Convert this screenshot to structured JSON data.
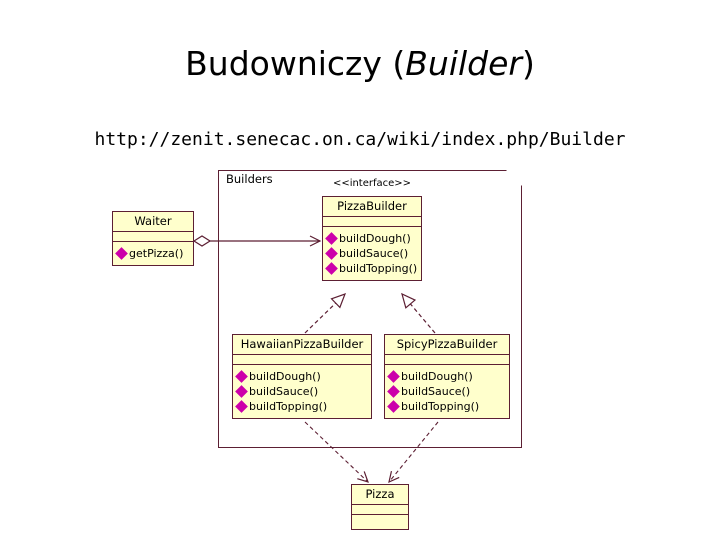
{
  "slide": {
    "title_main": "Budowniczy (",
    "title_italic": "Builder",
    "title_close": ")",
    "url": "http://zenit.senecac.on.ca/wiki/index.php/Builder"
  },
  "diagram": {
    "type": "uml-class-diagram",
    "package": {
      "label": "Builders"
    },
    "colors": {
      "class_fill": "#ffffcc",
      "class_border": "#5c1f33",
      "bullet": "#cc00aa",
      "text": "#000000",
      "background": "#ffffff"
    },
    "classes": [
      {
        "id": "waiter",
        "name": "Waiter",
        "stereotype": "",
        "attributes": [],
        "operations": [
          "getPizza()"
        ]
      },
      {
        "id": "pizzabuilder",
        "name": "PizzaBuilder",
        "stereotype": "<<interface>>",
        "attributes": [],
        "operations": [
          "buildDough()",
          "buildSauce()",
          "buildTopping()"
        ]
      },
      {
        "id": "hawaiian",
        "name": "HawaiianPizzaBuilder",
        "stereotype": "",
        "attributes": [],
        "operations": [
          "buildDough()",
          "buildSauce()",
          "buildTopping()"
        ]
      },
      {
        "id": "spicy",
        "name": "SpicyPizzaBuilder",
        "stereotype": "",
        "attributes": [],
        "operations": [
          "buildDough()",
          "buildSauce()",
          "buildTopping()"
        ]
      },
      {
        "id": "pizza",
        "name": "Pizza",
        "stereotype": "",
        "attributes": [],
        "operations": []
      }
    ],
    "relations": [
      {
        "from": "waiter",
        "to": "pizzabuilder",
        "type": "aggregation-directed"
      },
      {
        "from": "hawaiian",
        "to": "pizzabuilder",
        "type": "realization"
      },
      {
        "from": "spicy",
        "to": "pizzabuilder",
        "type": "realization"
      },
      {
        "from": "hawaiian",
        "to": "pizza",
        "type": "dependency"
      },
      {
        "from": "spicy",
        "to": "pizza",
        "type": "dependency"
      }
    ]
  }
}
